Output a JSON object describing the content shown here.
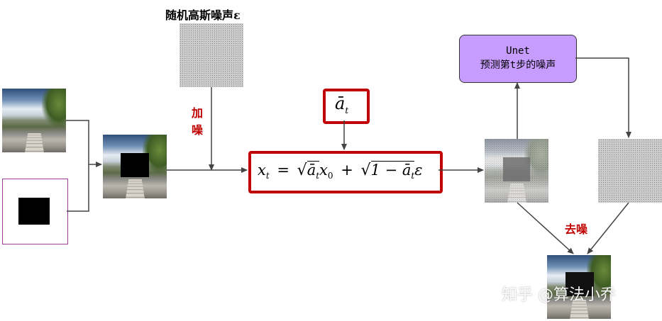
{
  "noise_label": "随机高斯噪声ε",
  "add_noise_label": [
    "加",
    "噪"
  ],
  "alpha_symbol": "ā",
  "alpha_subscript": "t",
  "formula": {
    "lhs": "x",
    "lhs_sub": "t",
    "eq": "=",
    "term1_sqrt": "ā",
    "term1_sub": "t",
    "term1_x": "x",
    "term1_x_sub": "0",
    "plus": "+",
    "term2_sqrt_a": "1 − ā",
    "term2_sub": "t",
    "term2_eps": "ε"
  },
  "unet": {
    "line1": "Unet",
    "line2": "预测第t步的噪声"
  },
  "denoise_label": "去噪",
  "watermark": "知乎 @算法小乔",
  "colors": {
    "accent_red": "#c00000",
    "unet_fill": "#c79cff",
    "mask_border": "#9b3b9b"
  }
}
